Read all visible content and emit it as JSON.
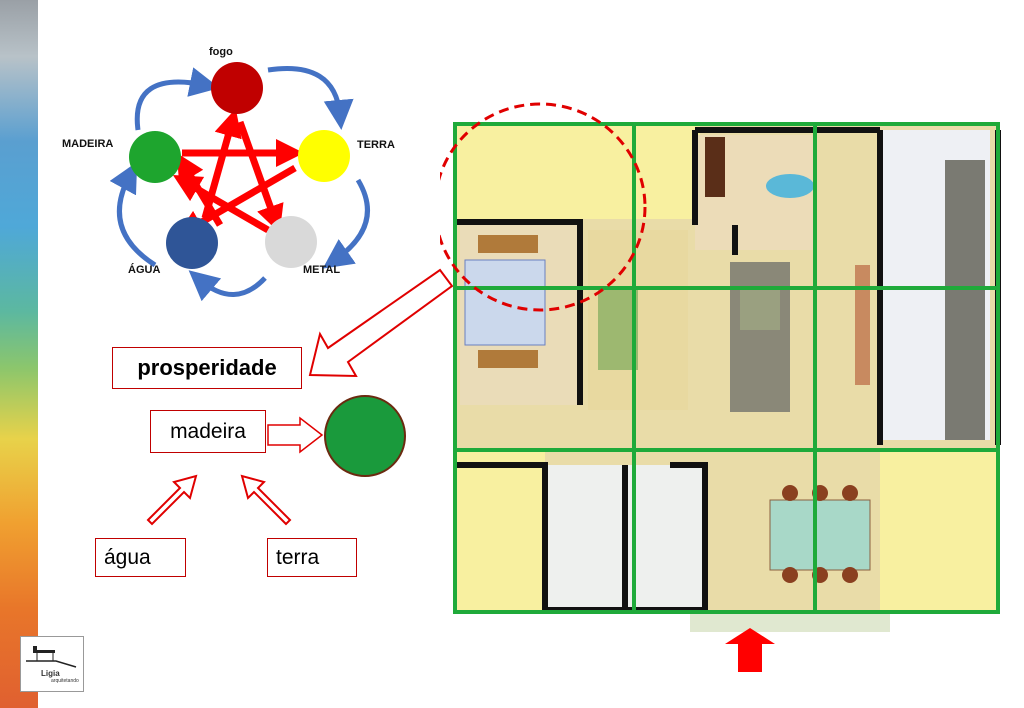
{
  "elements_cycle": {
    "fogo": {
      "label": "fogo",
      "color": "#c00000"
    },
    "terra": {
      "label": "TERRA",
      "color": "#ffff00"
    },
    "metal": {
      "label": "METAL",
      "color": "#d9d9d9"
    },
    "agua": {
      "label": "ÁGUA",
      "color": "#2f5597"
    },
    "madeira": {
      "label": "MADEIRA",
      "color": "#1ea52e"
    }
  },
  "explanation": {
    "area_label": "prosperidade",
    "element_label": "madeira",
    "element_color": "#1a9a3c",
    "source_1": "água",
    "source_2": "terra"
  },
  "logo": {
    "name": "Ligia",
    "tagline": "arquitetando"
  },
  "colors": {
    "accent": "#e00000",
    "grid": "#1faa3a",
    "zone": "#f8f0a0"
  }
}
